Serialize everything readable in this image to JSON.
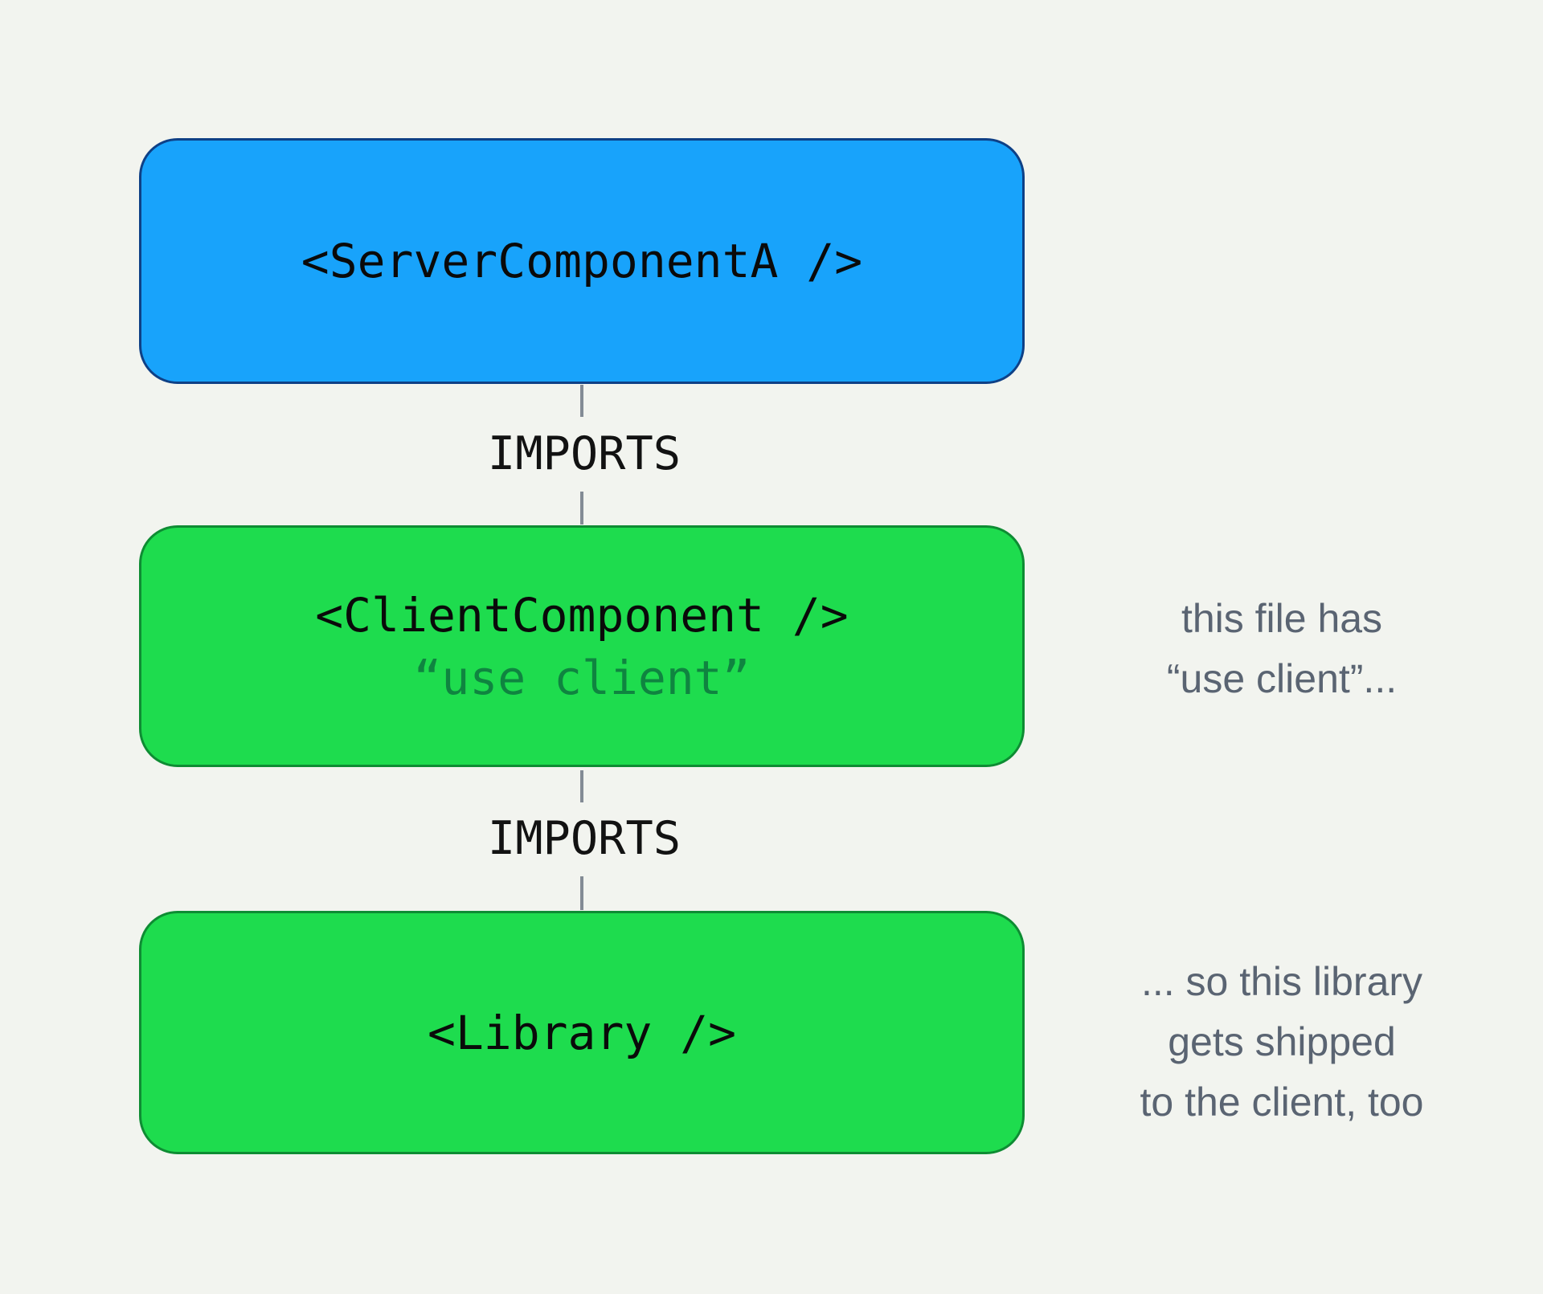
{
  "colors": {
    "background": "#F2F4EF",
    "server_fill": "#18A3FB",
    "server_border": "#0E4086",
    "client_fill": "#1EDC4E",
    "client_border": "#0E8C33",
    "library_fill": "#1EDC4E",
    "library_border": "#0E8C33",
    "node_text": "#0A0A0A",
    "directive_text": "#0F8440",
    "edge_line": "#838B95",
    "edge_label_text": "#121212",
    "annotation_text": "#5A6472"
  },
  "nodes": {
    "server": {
      "label": "<ServerComponentA />"
    },
    "client": {
      "label": "<ClientComponent />",
      "directive": "“use client”"
    },
    "library": {
      "label": "<Library />"
    }
  },
  "edges": [
    {
      "label": "IMPORTS"
    },
    {
      "label": "IMPORTS"
    }
  ],
  "annotations": [
    {
      "lines": [
        "this file has",
        "“use client”..."
      ]
    },
    {
      "lines": [
        "... so this library",
        "gets shipped",
        "to the client, too"
      ]
    }
  ]
}
